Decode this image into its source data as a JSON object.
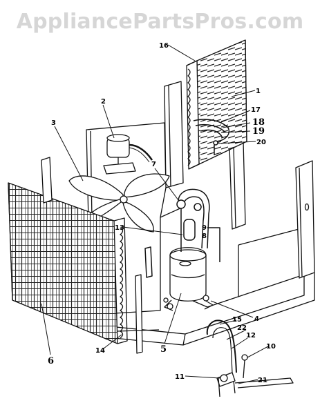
{
  "watermark": "AppliancePartsPros.com",
  "callouts": {
    "c1": "1",
    "c2": "2",
    "c3": "3",
    "c4": "4",
    "c5": "5",
    "c6": "6",
    "c7": "7",
    "c8": "8",
    "c9": "9",
    "c10": "10",
    "c11": "11",
    "c12": "12",
    "c13": "13",
    "c14": "14",
    "c15": "15",
    "c16": "16",
    "c17": "17",
    "c18": "18",
    "c19": "19",
    "c20": "20",
    "c21": "21",
    "c22": "22"
  }
}
